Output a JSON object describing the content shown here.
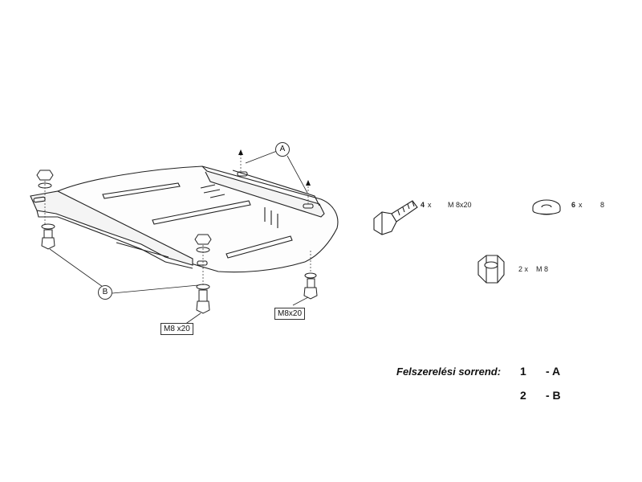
{
  "callouts": {
    "a": "A",
    "b": "B"
  },
  "bolt_labels": {
    "center": "M8  x20",
    "right": "M8x20"
  },
  "parts": {
    "bolt": {
      "qty": "4",
      "x": "x",
      "spec": "M 8x20"
    },
    "washer": {
      "qty": "6",
      "x": "x",
      "spec": "8"
    },
    "nut": {
      "qty": "2 x",
      "spec": "M  8"
    }
  },
  "order": {
    "title": "Felszerelési sorrend:",
    "steps": [
      {
        "num": "1",
        "tag": "- A"
      },
      {
        "num": "2",
        "tag": "- B"
      }
    ]
  },
  "icons": [
    "plate-icon",
    "bolt-icon",
    "washer-icon",
    "nut-icon",
    "arrow-icon"
  ]
}
